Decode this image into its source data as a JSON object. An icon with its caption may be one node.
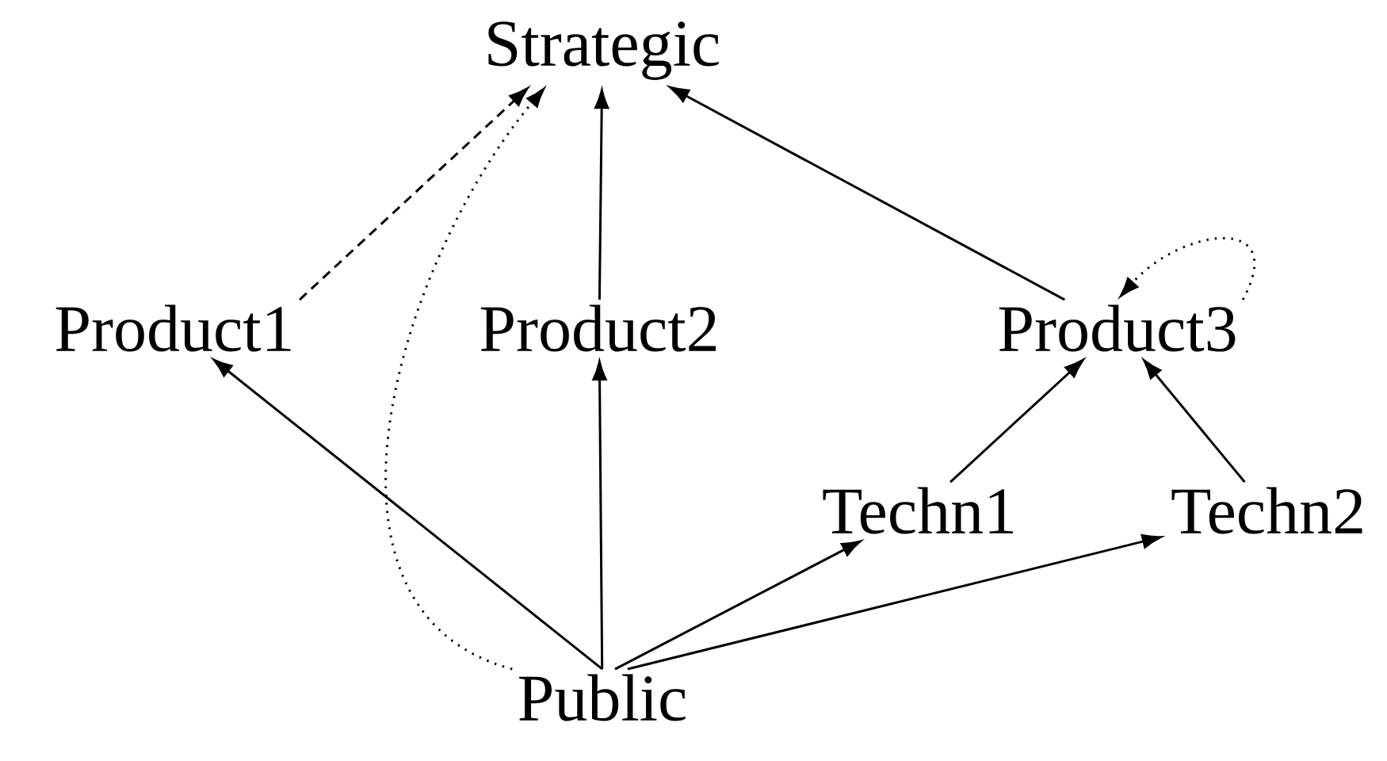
{
  "diagram": {
    "nodes": [
      {
        "text": [
          "Strategic"
        ]
      },
      {
        "text": [
          "Product1"
        ]
      },
      {
        "text": [
          "Product2"
        ]
      },
      {
        "text": [
          "Product3"
        ]
      },
      {
        "text": [
          "Techn1"
        ]
      },
      {
        "text": [
          "Techn2"
        ]
      },
      {
        "text": [
          "Public"
        ]
      }
    ],
    "edges": [
      {
        "from": 1,
        "to": 0,
        "arrow": "to",
        "style": "dashed"
      },
      {
        "from": 6,
        "to": 0,
        "arrow": "to",
        "style": "dashed"
      },
      {
        "from": 2,
        "to": 0,
        "arrow": "to"
      },
      {
        "from": 3,
        "to": 0,
        "arrow": "to"
      },
      {
        "from": 3,
        "to": 3,
        "arrow": "to",
        "style": "dashed"
      },
      {
        "from": 6,
        "to": 1,
        "arrow": "to"
      },
      {
        "from": 6,
        "to": 2,
        "arrow": "to"
      },
      {
        "from": 4,
        "to": 3,
        "arrow": "to"
      },
      {
        "from": 5,
        "to": 3,
        "arrow": "to"
      },
      {
        "from": 6,
        "to": 4,
        "arrow": "to"
      },
      {
        "from": 6,
        "to": 5,
        "arrow": "to"
      }
    ]
  }
}
